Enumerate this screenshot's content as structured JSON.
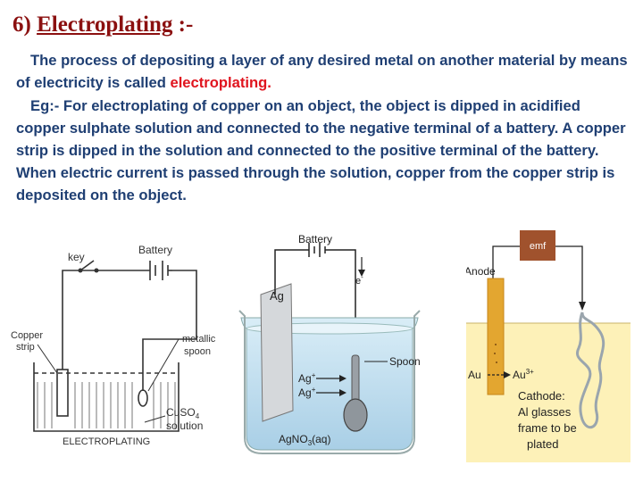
{
  "slide": {
    "title_number": "6)",
    "title_main": "Electroplating",
    "title_suffix": ":-",
    "definition_text": "The process of depositing a layer of  any desired metal on another material by means of electricity is called ",
    "definition_term": "electroplating.",
    "example_text": "Eg:- For electroplating of copper on an object, the object is dipped in acidified copper sulphate solution and connected to the negative terminal of a battery. A copper strip is dipped in the solution and connected to the positive terminal of the battery. When electric current is passed through the solution, copper from the copper strip is deposited on the object."
  },
  "figure1": {
    "key": "key",
    "battery": "Battery",
    "copper_strip_line1": "Copper",
    "copper_strip_line2": "strip",
    "metallic_spoon_line1": "metallic",
    "metallic_spoon_line2": "spoon",
    "cuso4": "CuSO",
    "cuso4_sub": "4",
    "solution": "solution",
    "caption": "ELECTROPLATING"
  },
  "figure2": {
    "battery": "Battery",
    "electron": "e",
    "electron_sup": "-",
    "ag": "Ag",
    "ion1": "Ag",
    "ion2": "Ag",
    "ion_sup": "+",
    "spoon": "Spoon",
    "agno3": "AgNO",
    "agno3_sub": "3",
    "agno3_aq": "(aq)"
  },
  "figure3": {
    "emf": "emf",
    "gold_anode": "Gold Anode",
    "au": "Au",
    "au_ion": "Au",
    "au_ion_sup": "3+",
    "cathode_line1": "Cathode:",
    "cathode_line2": "Al glasses",
    "cathode_line3": "frame to be",
    "cathode_line4": "plated"
  },
  "colors": {
    "title": "#8b1010",
    "body_text": "#1f3f73",
    "highlight": "#e0141e",
    "emf_box": "#a0522d",
    "solution_yellow": "#fdf1b8",
    "gold_anode": "#e3a630"
  }
}
